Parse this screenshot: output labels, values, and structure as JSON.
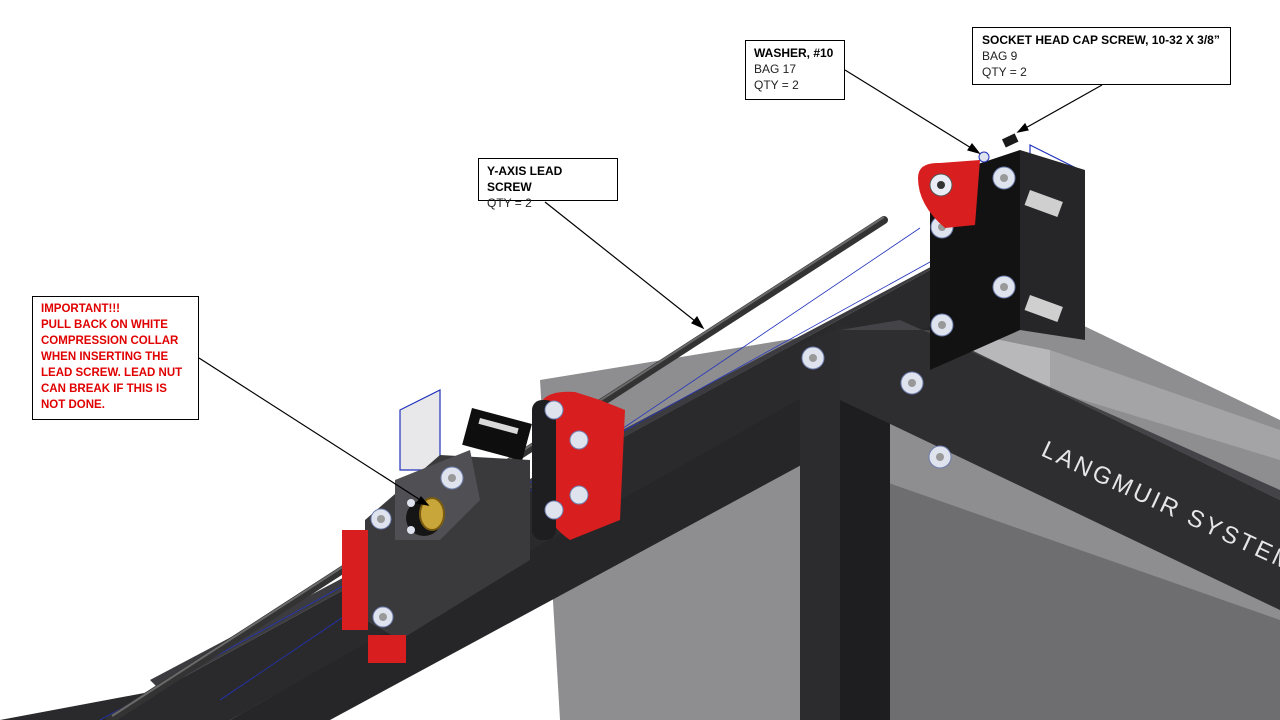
{
  "callouts": {
    "washer": {
      "title": "WASHER, #10",
      "bag": "BAG 17",
      "qty": "QTY = 2"
    },
    "socket_screw": {
      "title": "SOCKET HEAD CAP SCREW,  10-32 X 3/8”",
      "bag": "BAG 9",
      "qty": "QTY = 2"
    },
    "lead_screw": {
      "title": "Y-AXIS LEAD SCREW",
      "qty": "QTY = 2"
    },
    "warning": {
      "lines": [
        "IMPORTANT!!!",
        "PULL BACK ON WHITE",
        "COMPRESSION  COLLAR",
        "WHEN INSERTING THE",
        "LEAD SCREW.  LEAD NUT",
        "CAN BREAK IF THIS IS",
        "NOT DONE."
      ]
    }
  },
  "frame_brand": "LANGMUIR SYSTEMS",
  "colors": {
    "frame": "#2b2b2d",
    "plate": "#121212",
    "bracket_red": "#d81e1e",
    "warning_red": "#e00000",
    "outline_blue": "#2233bb",
    "floor_gray": "#8e8e90"
  }
}
